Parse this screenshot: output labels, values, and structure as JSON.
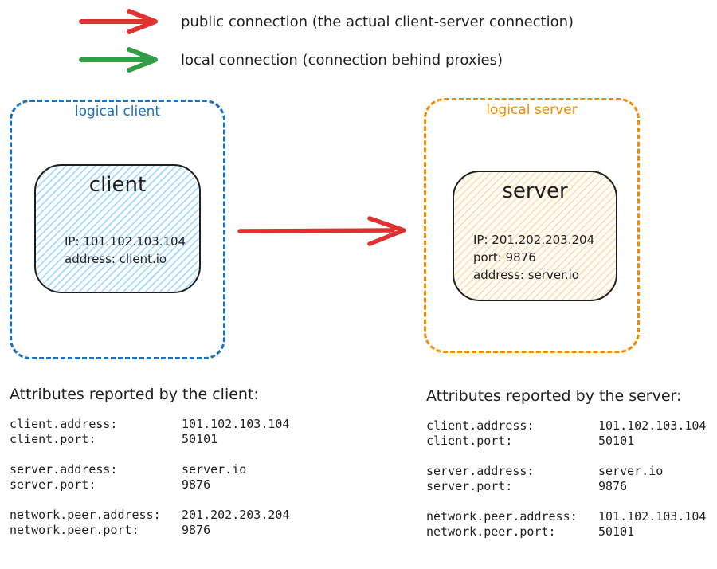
{
  "legend": {
    "items": [
      {
        "icon": "arrow-right",
        "color": "#e03131",
        "label": "public connection (the actual client-server connection)"
      },
      {
        "icon": "arrow-right",
        "color": "#2f9e44",
        "label": "local connection (connection behind proxies)"
      }
    ]
  },
  "diagram": {
    "client_group": {
      "label": "logical client",
      "border_color": "#1971c2",
      "node": {
        "title": "client",
        "fill_color": "#a5d8ff",
        "lines": [
          "IP: 101.102.103.104",
          "address: client.io"
        ]
      }
    },
    "server_group": {
      "label": "logical server",
      "border_color": "#f08c00",
      "node": {
        "title": "server",
        "fill_color": "#ffd8a8",
        "lines": [
          "IP: 201.202.203.204",
          "port: 9876",
          "address: server.io"
        ]
      }
    },
    "connection_arrow_color": "#e03131"
  },
  "tables": [
    {
      "title": "Attributes reported by the client:",
      "groups": [
        [
          {
            "key": "client.address:",
            "value": "101.102.103.104"
          },
          {
            "key": "client.port:",
            "value": "50101"
          }
        ],
        [
          {
            "key": "server.address:",
            "value": "server.io"
          },
          {
            "key": "server.port:",
            "value": "9876"
          }
        ],
        [
          {
            "key": "network.peer.address:",
            "value": "201.202.203.204"
          },
          {
            "key": "network.peer.port:",
            "value": "9876"
          }
        ]
      ]
    },
    {
      "title": "Attributes reported by the server:",
      "groups": [
        [
          {
            "key": "client.address:",
            "value": "101.102.103.104"
          },
          {
            "key": "client.port:",
            "value": "50101"
          }
        ],
        [
          {
            "key": "server.address:",
            "value": "server.io"
          },
          {
            "key": "server.port:",
            "value": "9876"
          }
        ],
        [
          {
            "key": "network.peer.address:",
            "value": "101.102.103.104"
          },
          {
            "key": "network.peer.port:",
            "value": "50101"
          }
        ]
      ]
    }
  ]
}
